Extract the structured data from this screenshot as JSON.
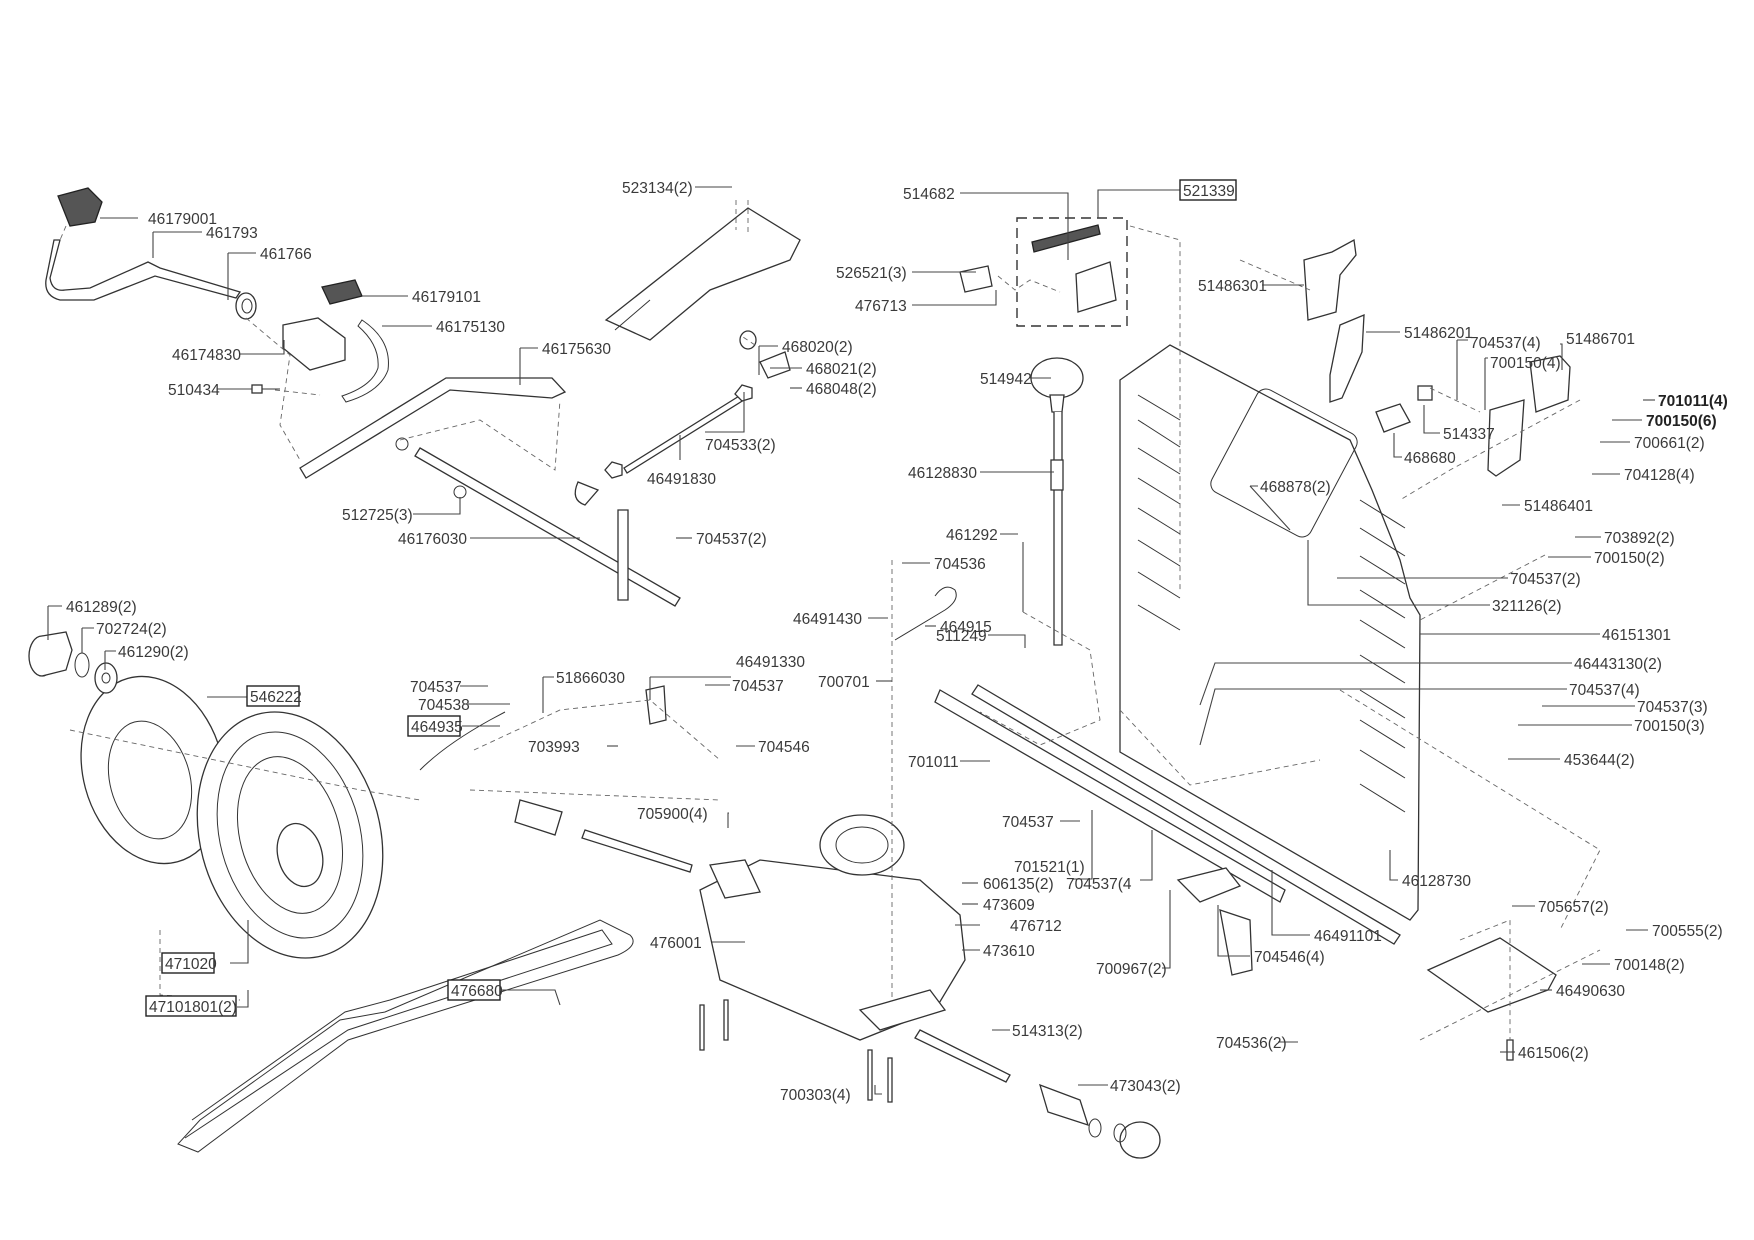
{
  "title": "Transmission / chassis exploded parts diagram",
  "callouts": [
    {
      "id": "c01",
      "text": "46179001"
    },
    {
      "id": "c02",
      "text": "461793"
    },
    {
      "id": "c03",
      "text": "461766"
    },
    {
      "id": "c04",
      "text": "46179101"
    },
    {
      "id": "c05",
      "text": "46175130"
    },
    {
      "id": "c06",
      "text": "46174830"
    },
    {
      "id": "c07",
      "text": "510434"
    },
    {
      "id": "c08",
      "text": "46175630"
    },
    {
      "id": "c09",
      "text": "512725(3)"
    },
    {
      "id": "c10",
      "text": "46176030"
    },
    {
      "id": "c11",
      "text": "523134(2)"
    },
    {
      "id": "c12",
      "text": "468020(2)"
    },
    {
      "id": "c13",
      "text": "468021(2)"
    },
    {
      "id": "c14",
      "text": "468048(2)"
    },
    {
      "id": "c15",
      "text": "704533(2)"
    },
    {
      "id": "c16",
      "text": "46491830"
    },
    {
      "id": "c17",
      "text": "704537(2)"
    },
    {
      "id": "c18",
      "text": "514682"
    },
    {
      "id": "c19",
      "text": "521339",
      "boxed": true
    },
    {
      "id": "c20",
      "text": "526521(3)"
    },
    {
      "id": "c21",
      "text": "476713"
    },
    {
      "id": "c22",
      "text": "51486301"
    },
    {
      "id": "c23",
      "text": "51486201"
    },
    {
      "id": "c24",
      "text": "704537(4)"
    },
    {
      "id": "c25",
      "text": "700150(4)"
    },
    {
      "id": "c26",
      "text": "51486701"
    },
    {
      "id": "c27",
      "text": "514942"
    },
    {
      "id": "c28",
      "text": "514337"
    },
    {
      "id": "c29",
      "text": "468680"
    },
    {
      "id": "c30",
      "text": "701011(4)",
      "bold": true
    },
    {
      "id": "c31",
      "text": "700150(6)",
      "bold": true
    },
    {
      "id": "c32",
      "text": "700661(2)"
    },
    {
      "id": "c33",
      "text": "704128(4)"
    },
    {
      "id": "c34",
      "text": "46128830"
    },
    {
      "id": "c35",
      "text": "468878(2)"
    },
    {
      "id": "c36",
      "text": "51486401"
    },
    {
      "id": "c37",
      "text": "703892(2)"
    },
    {
      "id": "c38",
      "text": "700150(2)"
    },
    {
      "id": "c39",
      "text": "704537(2)"
    },
    {
      "id": "c40",
      "text": "321126(2)"
    },
    {
      "id": "c41",
      "text": "461292"
    },
    {
      "id": "c42",
      "text": "704536"
    },
    {
      "id": "c43",
      "text": "46491430"
    },
    {
      "id": "c44",
      "text": "464915"
    },
    {
      "id": "c45",
      "text": "511249"
    },
    {
      "id": "c46",
      "text": "46151301"
    },
    {
      "id": "c47",
      "text": "46443130(2)"
    },
    {
      "id": "c48",
      "text": "704537(4)"
    },
    {
      "id": "c49",
      "text": "704537(3)"
    },
    {
      "id": "c50",
      "text": "700150(3)"
    },
    {
      "id": "c51",
      "text": "453644(2)"
    },
    {
      "id": "c52",
      "text": "461289(2)"
    },
    {
      "id": "c53",
      "text": "702724(2)"
    },
    {
      "id": "c54",
      "text": "461290(2)"
    },
    {
      "id": "c55",
      "text": "546222",
      "boxed": true
    },
    {
      "id": "c56",
      "text": "704537"
    },
    {
      "id": "c57",
      "text": "704538"
    },
    {
      "id": "c58",
      "text": "464935",
      "boxed": true
    },
    {
      "id": "c59",
      "text": "51866030"
    },
    {
      "id": "c60",
      "text": "46491330"
    },
    {
      "id": "c61",
      "text": "704537"
    },
    {
      "id": "c62",
      "text": "703993"
    },
    {
      "id": "c63",
      "text": "704546"
    },
    {
      "id": "c64",
      "text": "700701"
    },
    {
      "id": "c65",
      "text": "701011"
    },
    {
      "id": "c66",
      "text": "705900(4)"
    },
    {
      "id": "c67",
      "text": "704537"
    },
    {
      "id": "c68",
      "text": "701521(1)"
    },
    {
      "id": "c69",
      "text": "704537(4"
    },
    {
      "id": "c70",
      "text": "46128730"
    },
    {
      "id": "c71",
      "text": "606135(2)"
    },
    {
      "id": "c72",
      "text": "473609"
    },
    {
      "id": "c73",
      "text": "476712"
    },
    {
      "id": "c74",
      "text": "476001"
    },
    {
      "id": "c75",
      "text": "473610"
    },
    {
      "id": "c76",
      "text": "46491101"
    },
    {
      "id": "c77",
      "text": "705657(2)"
    },
    {
      "id": "c78",
      "text": "700555(2)"
    },
    {
      "id": "c79",
      "text": "700967(2)"
    },
    {
      "id": "c80",
      "text": "704546(4)"
    },
    {
      "id": "c81",
      "text": "700148(2)"
    },
    {
      "id": "c82",
      "text": "46490630"
    },
    {
      "id": "c83",
      "text": "471020",
      "boxed": true
    },
    {
      "id": "c84",
      "text": "47101801(2)",
      "boxed": true
    },
    {
      "id": "c85",
      "text": "476680",
      "boxed": true
    },
    {
      "id": "c86",
      "text": "514313(2)"
    },
    {
      "id": "c87",
      "text": "704536(2)"
    },
    {
      "id": "c88",
      "text": "461506(2)"
    },
    {
      "id": "c89",
      "text": "700303(4)"
    },
    {
      "id": "c90",
      "text": "473043(2)"
    }
  ]
}
